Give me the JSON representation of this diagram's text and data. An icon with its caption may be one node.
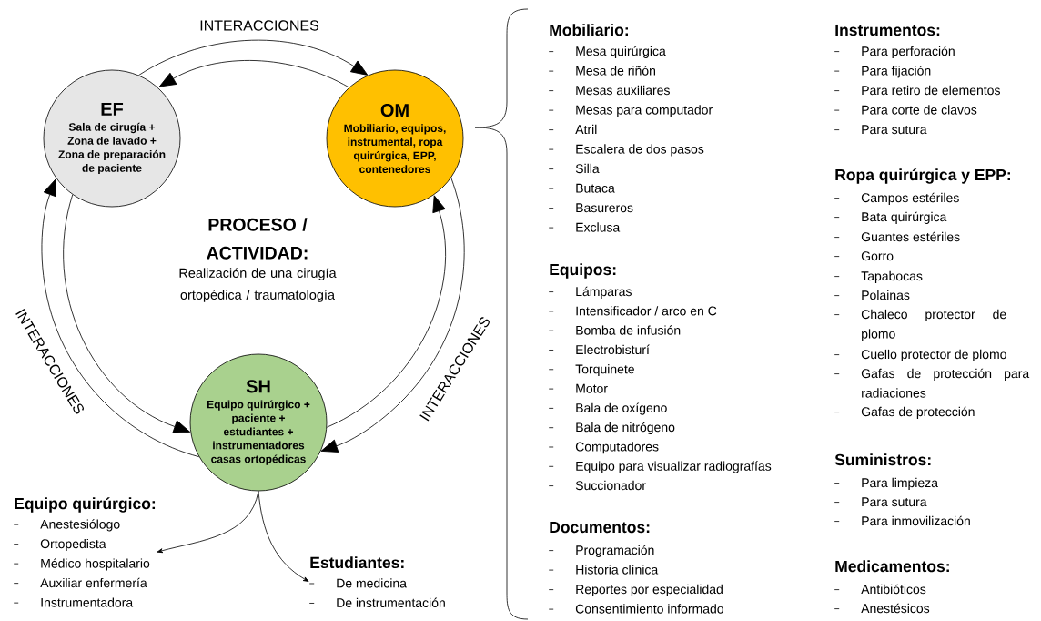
{
  "diagram": {
    "nodes": [
      {
        "text": [
          "EF",
          "Sala de cirugía + Zona de lavado + Zona de preparación de paciente"
        ]
      },
      {
        "text": [
          "OM",
          "Mobiliario, equipos, instrumental, ropa quirúrgica, EPP, contenedores"
        ]
      },
      {
        "text": [
          "SH",
          "Equipo quirúrgico + paciente + estudiantes + instrumentadores casas ortopédicas"
        ]
      },
      {
        "text": [
          "Equipo quirúrgico:",
          "Anestesiólogo",
          "Ortopedista",
          "Médico hospitalario",
          "Auxiliar enfermería",
          "Instrumentadora"
        ]
      },
      {
        "text": [
          "Estudiantes:",
          "De medicina",
          "De instrumentación"
        ]
      }
    ],
    "edges": [
      {
        "from": 0,
        "to": 1,
        "arrow": "to"
      },
      {
        "from": 1,
        "to": 0,
        "arrow": "to"
      },
      {
        "from": 1,
        "to": 2,
        "arrow": "to"
      },
      {
        "from": 2,
        "to": 1,
        "arrow": "to"
      },
      {
        "from": 2,
        "to": 0,
        "arrow": "to"
      },
      {
        "from": 0,
        "to": 2,
        "arrow": "to"
      },
      {
        "from": 2,
        "to": 3,
        "arrow": "to"
      },
      {
        "from": 2,
        "to": 4,
        "arrow": "to"
      }
    ],
    "labels": [
      "INTERACCIONES",
      "PROCESO / ACTIVIDAD:",
      "Realización de una cirugía ortopédica / traumatología",
      "INTERACCIONES",
      "INTERACCIONES",
      "Mobiliario:",
      "Mesa quirúrgica",
      "Mesa de riñón",
      "Mesas auxiliares",
      "Mesas para computador",
      "Atril",
      "Escalera de dos pasos",
      "Silla",
      "Butaca",
      "Basureros",
      "Exclusa",
      "Equipos:",
      "Lámparas",
      "Intensificador / arco en C",
      "Bomba de infusión",
      "Electrobisturí",
      "Torquinete",
      "Motor",
      "Bala de oxígeno",
      "Bala de nitrógeno",
      "Computadores",
      "Equipo para visualizar radiografías",
      "Succionador",
      "Documentos:",
      "Programación",
      "Historia clínica",
      "Reportes por especialidad",
      "Consentimiento informado",
      "Instrumentos:",
      "Para perforación",
      "Para fijación",
      "Para retiro de elementos",
      "Para corte de clavos",
      "Para sutura",
      "Ropa quirúrgica y EPP:",
      "Campos estériles",
      "Bata quirúrgica",
      "Guantes estériles",
      "Gorro",
      "Tapabocas",
      "Polainas",
      "Chaleco protector de plomo",
      "Cuello protector de plomo",
      "Gafas de protección para radiaciones",
      "Gafas de protección",
      "Suministros:",
      "Para limpieza",
      "Para sutura",
      "Para inmovilización",
      "Medicamentos:",
      "Antibióticos",
      "Anestésicos"
    ]
  }
}
